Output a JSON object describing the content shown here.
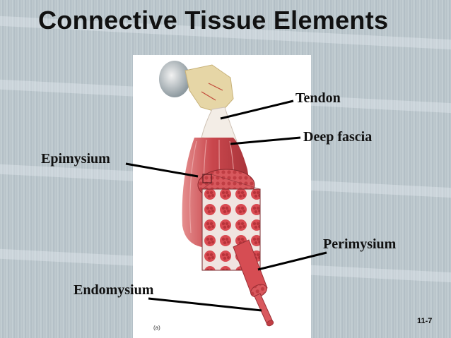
{
  "title": "Connective Tissue Elements",
  "labels": {
    "tendon": "Tendon",
    "deep_fascia": "Deep fascia",
    "epimysium": "Epimysium",
    "perimysium": "Perimysium",
    "endomysium": "Endomysium"
  },
  "figure_letter": "(a)",
  "page_number": "11-7",
  "colors": {
    "muscle": "#c9474d",
    "muscle_dark": "#a8343a",
    "bone": "#e9ddb8",
    "text": "#111111",
    "panel": "#ffffff"
  }
}
